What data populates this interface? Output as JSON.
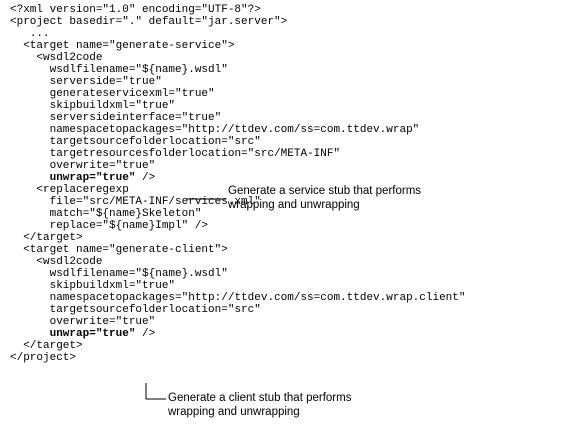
{
  "code_lines": [
    {
      "indent": "",
      "text": "<?xml version=\"1.0\" encoding=\"UTF-8\"?>"
    },
    {
      "indent": "",
      "text": "<project basedir=\".\" default=\"jar.server\">"
    },
    {
      "indent": "   ",
      "text": "..."
    },
    {
      "indent": "  ",
      "text": "<target name=\"generate-service\">"
    },
    {
      "indent": "    ",
      "text": "<wsdl2code"
    },
    {
      "indent": "      ",
      "text": "wsdlfilename=\"${name}.wsdl\""
    },
    {
      "indent": "      ",
      "text": "serverside=\"true\""
    },
    {
      "indent": "      ",
      "text": "generateservicexml=\"true\""
    },
    {
      "indent": "      ",
      "text": "skipbuildxml=\"true\""
    },
    {
      "indent": "      ",
      "text": "serversideinterface=\"true\""
    },
    {
      "indent": "      ",
      "text": "namespacetopackages=\"http://ttdev.com/ss=com.ttdev.wrap\""
    },
    {
      "indent": "      ",
      "text": "targetsourcefolderlocation=\"src\""
    },
    {
      "indent": "      ",
      "text": "targetresourcesfolderlocation=\"src/META-INF\""
    },
    {
      "indent": "      ",
      "text": "overwrite=\"true\""
    },
    {
      "indent": "      ",
      "bold": "unwrap=\"true\"",
      "text": " />"
    },
    {
      "indent": "    ",
      "text": "<replaceregexp"
    },
    {
      "indent": "      ",
      "text": "file=\"src/META-INF/services.xml\""
    },
    {
      "indent": "      ",
      "text": "match=\"${name}Skeleton\""
    },
    {
      "indent": "      ",
      "text": "replace=\"${name}Impl\" />"
    },
    {
      "indent": "  ",
      "text": "</target>"
    },
    {
      "indent": "  ",
      "text": "<target name=\"generate-client\">"
    },
    {
      "indent": "    ",
      "text": "<wsdl2code"
    },
    {
      "indent": "      ",
      "text": "wsdlfilename=\"${name}.wsdl\""
    },
    {
      "indent": "      ",
      "text": "skipbuildxml=\"true\""
    },
    {
      "indent": "      ",
      "text": "namespacetopackages=\"http://ttdev.com/ss=com.ttdev.wrap.client\""
    },
    {
      "indent": "      ",
      "text": "targetsourcefolderlocation=\"src\""
    },
    {
      "indent": "      ",
      "text": "overwrite=\"true\""
    },
    {
      "indent": "      ",
      "bold": "unwrap=\"true\"",
      "text": " />"
    },
    {
      "indent": "  ",
      "text": "</target>"
    },
    {
      "indent": "",
      "text": "</project>"
    }
  ],
  "callouts": {
    "service": {
      "line1": "Generate a service stub that performs",
      "line2": "wrapping and unwrapping"
    },
    "client": {
      "line1": "Generate a client stub that performs",
      "line2": "wrapping and unwrapping"
    }
  }
}
